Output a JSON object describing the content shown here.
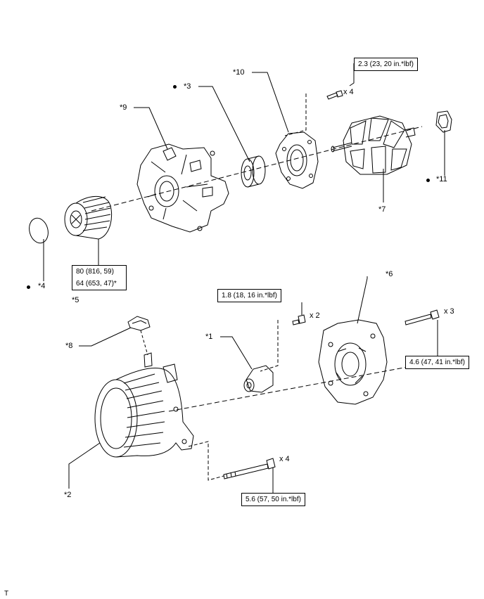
{
  "labels": {
    "p1": "*1",
    "p2": "*2",
    "p3": "*3",
    "p4": "*4",
    "p5": "*5",
    "p6": "*6",
    "p7": "*7",
    "p8": "*8",
    "p9": "*9",
    "p10": "*10",
    "p11": "*11"
  },
  "quantities": {
    "rotor_bolts": "x 4",
    "brush_screws": "x 2",
    "rear_cover_bolts": "x 3",
    "through_bolts": "x 4"
  },
  "torques": {
    "rotor_bolts": "2.3 (23, 20 in.*lbf)",
    "brush_screws": "1.8 (18, 16 in.*lbf)",
    "rear_cover_bolts": "4.6 (47, 41 in.*lbf)",
    "through_bolts": "5.6 (57, 50 in.*lbf)",
    "pulley_line1": "80 (816, 59)",
    "pulley_line2": "64 (653, 47)*"
  },
  "footer": {
    "mark": "T"
  }
}
